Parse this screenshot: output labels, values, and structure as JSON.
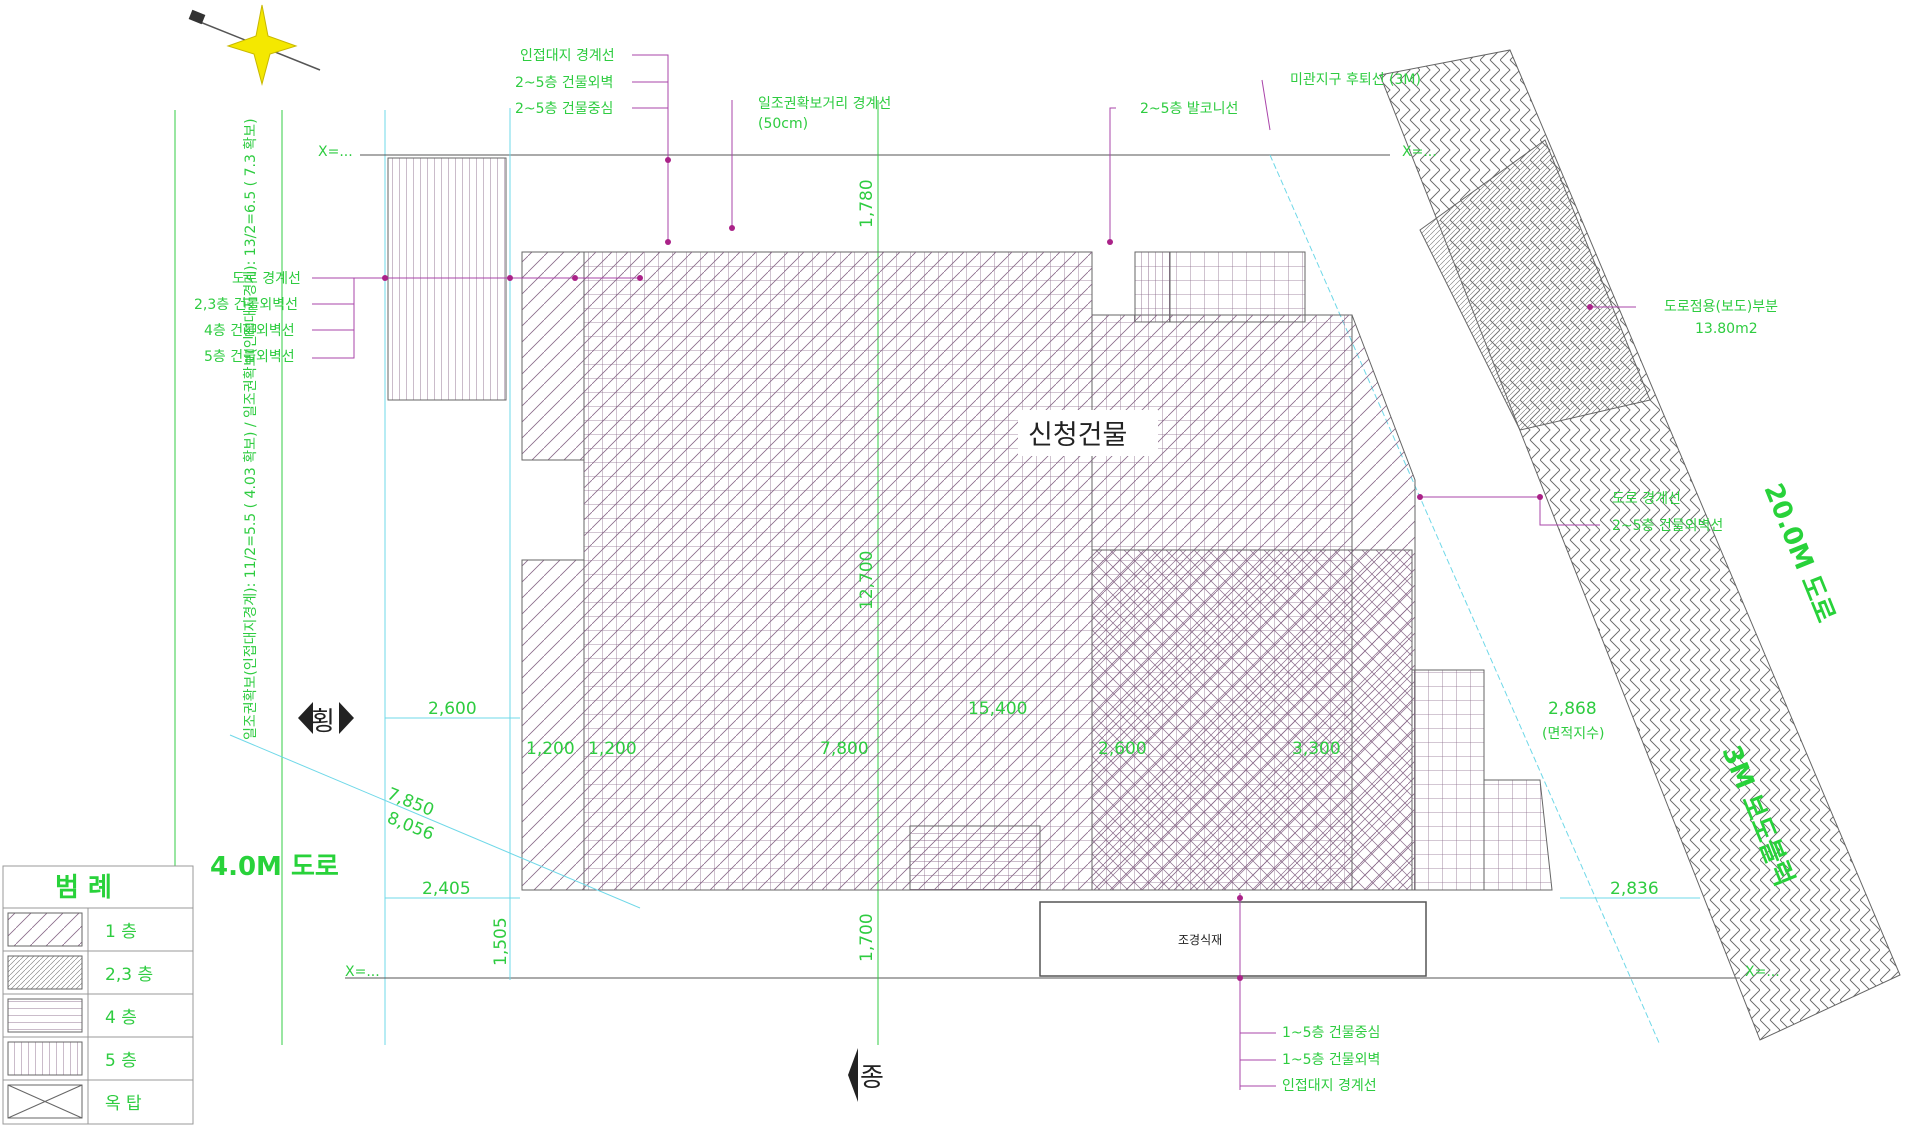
{
  "title": "신청건물",
  "roads": {
    "west": "4.0M 도로",
    "east": "20.0M 도로",
    "walk": "3M 보도블럭"
  },
  "markers": {
    "horizontal": "횡",
    "vertical": "종"
  },
  "planter": "조경식재",
  "labels_top_left": [
    "인접대지 경계선",
    "2~5층 건물외벽",
    "2~5층 건물중심"
  ],
  "label_top_mid": [
    "일조권확보거리 경계선",
    "(50cm)"
  ],
  "label_balcony": "2~5층 발코니선",
  "label_corner_cut": "미관지구 후퇴선 (3M)",
  "labels_left": [
    "도로 경계선",
    "2,3층 건물외벽선",
    "4층 건물외벽선",
    "5층 건물외벽선"
  ],
  "label_paving": [
    "도로점용(보도)부분",
    "13.80m2"
  ],
  "labels_right": [
    "도로 경계선",
    "2~5층 건물외벽선"
  ],
  "labels_bottom": [
    "1~5층 건물중심",
    "1~5층 건물외벽",
    "인접대지 경계선"
  ],
  "vertical_note": "일조권확보(인접대지경계): 11/2=5.5 ( 4.03 확보) / 일조권확보(인접대지경계): 13/2=6.5 ( 7.3 확보)",
  "point_marks": [
    "X=...",
    "X=...",
    "X=...",
    "X=..."
  ],
  "dims": {
    "d1780": "1,780",
    "d12700": "12,700",
    "d15400": "15,400",
    "d2600a": "2,600",
    "d1200a": "1,200",
    "d1200b": "1,200",
    "d7800": "7,800",
    "d2600b": "2,600",
    "d3300": "3,300",
    "d2868": "2,868",
    "d2868n": "(면적지수)",
    "d7850": "7,850",
    "d8056": "8,056",
    "d2405": "2,405",
    "d1505": "1,505",
    "d1700": "1,700",
    "d2836": "2,836"
  },
  "legend": {
    "title": "범 례",
    "items": [
      "1 층",
      "2,3 층",
      "4 층",
      "5 층",
      "옥 탑"
    ]
  },
  "colors": {
    "text": "#2ecc40",
    "leader": "#aa44aa",
    "grid": "#7a4a7a",
    "guide": "#6fd8e8"
  }
}
